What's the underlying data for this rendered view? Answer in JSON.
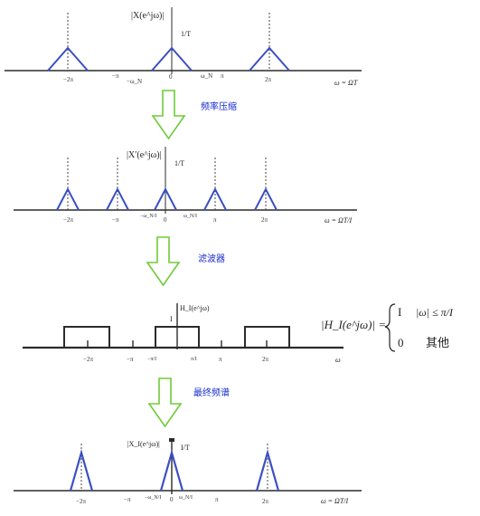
{
  "colors": {
    "axis": "#2b2b2b",
    "tri": "#3a4fc4",
    "arrow": "#6ecb3a",
    "caption": "#1a2dd1",
    "dashed": "#444444"
  },
  "arrows": [
    {
      "label": "频率压缩"
    },
    {
      "label": "滤波器"
    },
    {
      "label": "最终频谱"
    }
  ],
  "panels": [
    {
      "ylabel": "|X(e^jω)|",
      "height_label": "1/T",
      "axis_label": "ω = ΩT",
      "ticks": [
        "−2π",
        "−π",
        "−ω_N",
        "0",
        "ω_N",
        "π",
        "2π"
      ]
    },
    {
      "ylabel": "|X′(e^jω)|",
      "height_label": "1/T",
      "axis_label": "ω = ΩT/I",
      "ticks": [
        "−2π",
        "−π",
        "−ω_N/I",
        "0",
        "ω_N/I",
        "π",
        "2π"
      ]
    },
    {
      "ylabel": "H_I(e^jω)",
      "height_label": "I",
      "axis_label": "ω",
      "ticks": [
        "−2π",
        "−π",
        "−π/I",
        "π/I",
        "π",
        "2π"
      ],
      "formula": {
        "lhs": "|H_I(e^jω)| =",
        "case1_value": "I",
        "case1_cond": "|ω| ≤ π/I",
        "case2_value": "0",
        "case2_cond": "其他"
      }
    },
    {
      "ylabel": "|X_I(e^jω)|",
      "height_label": "I/T",
      "axis_label": "ω = ΩT/I",
      "ticks": [
        "−2π",
        "−π",
        "−ω_N/I",
        "0",
        "ω_N/I",
        "π",
        "2π"
      ]
    }
  ]
}
